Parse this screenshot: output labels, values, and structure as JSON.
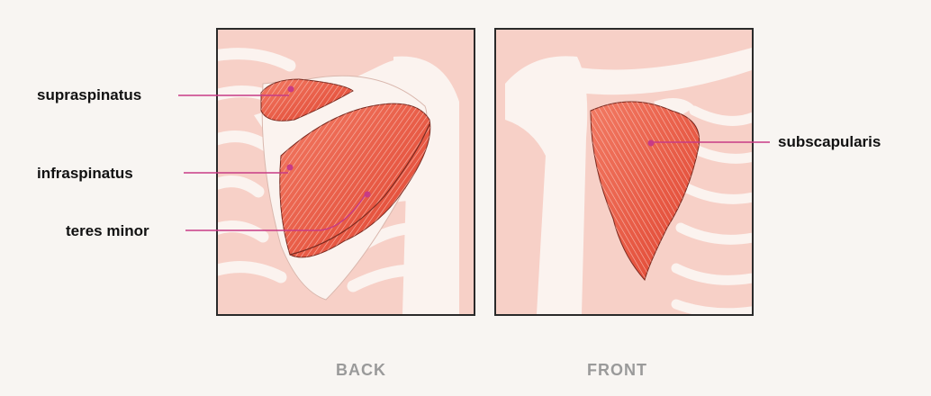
{
  "labels": {
    "supraspinatus": "supraspinatus",
    "infraspinatus": "infraspinatus",
    "teres_minor": "teres minor",
    "subscapularis": "subscapularis"
  },
  "captions": {
    "back": "BACK",
    "front": "FRONT"
  },
  "colors": {
    "background": "#f8f5f2",
    "skin": "#f7d0c7",
    "bone": "#fbf3ef",
    "muscle": "#e8503a",
    "muscle_light": "#f27a63",
    "leader": "#c73b86",
    "border": "#2a2a2a"
  }
}
